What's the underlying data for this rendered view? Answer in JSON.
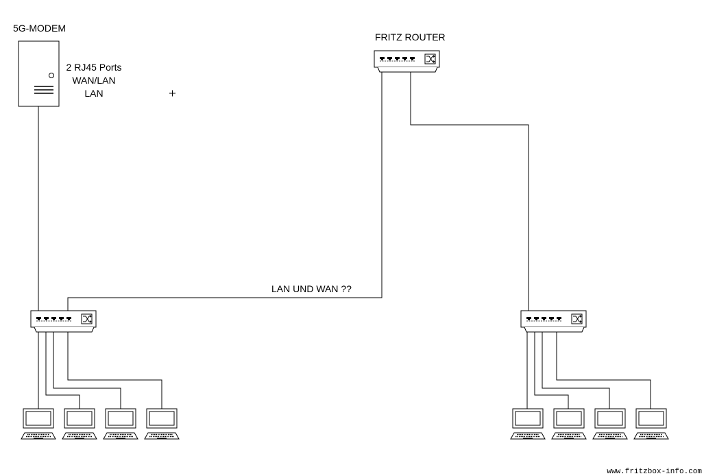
{
  "labels": {
    "modem_title": "5G-MODEM",
    "modem_ports_line1": "2 RJ45 Ports",
    "modem_ports_line2": "WAN/LAN",
    "modem_ports_line3": "LAN",
    "router_title": "FRITZ ROUTER",
    "link_label": "LAN UND WAN ??",
    "watermark": "www.fritzbox-info.com"
  },
  "colors": {
    "stroke": "#000000",
    "background": "#ffffff"
  },
  "icons": {
    "modem": "tower-modem-icon",
    "switch": "network-switch-icon",
    "computer": "desktop-computer-icon"
  }
}
